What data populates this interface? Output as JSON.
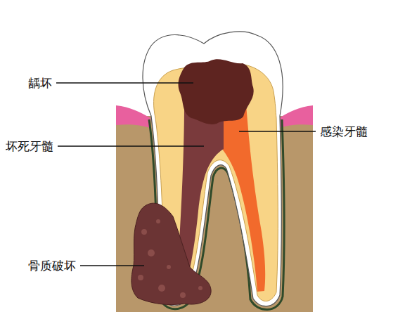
{
  "diagram": {
    "labels": [
      "龋坏",
      "坏死牙髓",
      "感染牙髓",
      "骨质破坏"
    ]
  }
}
